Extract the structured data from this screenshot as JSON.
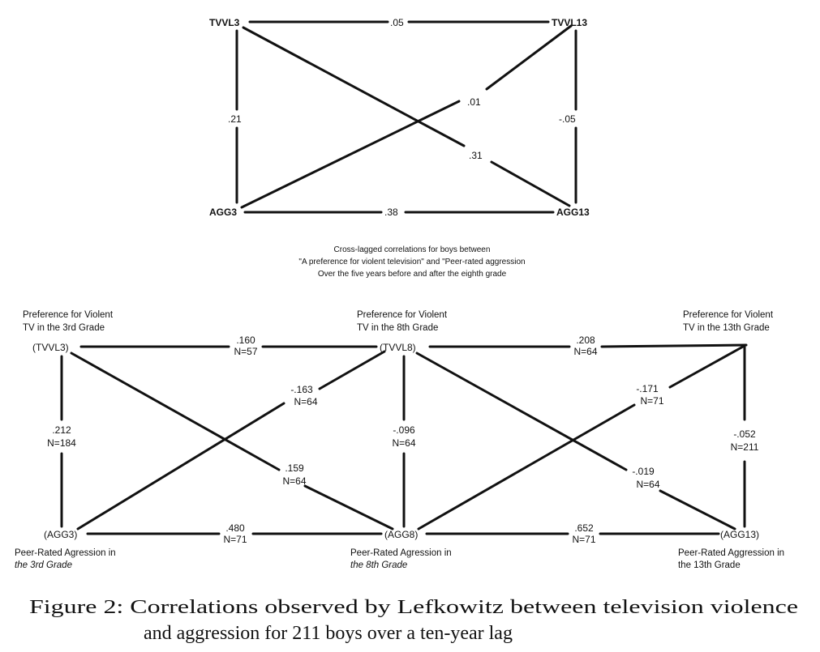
{
  "top_diagram": {
    "nodes": {
      "tv_early": "TVVL3",
      "tv_late": "TVVL13",
      "agg_early": "AGG3",
      "agg_late": "AGG13"
    },
    "edges": {
      "tv_tv": ".05",
      "tv_early_to_agg_late": ".31",
      "agg_early_to_tv_late": ".01",
      "tv_early_agg_early": ".21",
      "tv_late_agg_late": "-.05",
      "agg_agg": ".38"
    },
    "caption": [
      "Cross-lagged correlations for boys between",
      "\"A preference for violent television\" and \"Peer-rated aggression",
      "Over the five years before and after the eighth grade"
    ]
  },
  "bottom_diagram": {
    "tv_nodes": [
      {
        "code": "(TVVL3)",
        "desc": [
          "Preference for Violent",
          "TV in the 3rd Grade"
        ]
      },
      {
        "code": "(TVVL8)",
        "desc": [
          "Preference for Violent",
          "TV in the 8th Grade"
        ]
      },
      {
        "code": "",
        "desc": [
          "Preference for Violent",
          "TV in the 13th Grade"
        ]
      }
    ],
    "agg_nodes": [
      {
        "code": "(AGG3)",
        "desc": [
          "Peer-Rated Agression in",
          "the 3rd Grade"
        ]
      },
      {
        "code": "(AGG8)",
        "desc": [
          "Peer-Rated Agression in",
          "the 8th Grade"
        ]
      },
      {
        "code": "(AGG13)",
        "desc": [
          "Peer-Rated Aggression in",
          "the 13th Grade"
        ]
      }
    ],
    "edges": {
      "tv3_tv8": {
        "r": ".160",
        "n": "N=57"
      },
      "tv8_tv13": {
        "r": ".208",
        "n": "N=64"
      },
      "tv3_agg3": {
        "r": ".212",
        "n": "N=184"
      },
      "tv8_agg8": {
        "r": "-.096",
        "n": "N=64"
      },
      "tv13_agg13": {
        "r": "-.052",
        "n": "N=211"
      },
      "agg3_tv8": {
        "r": "-.163",
        "n": "N=64"
      },
      "tv3_agg8": {
        "r": ".159",
        "n": "N=64"
      },
      "agg8_tv13": {
        "r": "-.171",
        "n": "N=71"
      },
      "tv8_agg13": {
        "r": "-.019",
        "n": "N=64"
      },
      "agg3_agg8": {
        "r": ".480",
        "n": "N=71"
      },
      "agg8_agg13": {
        "r": ".652",
        "n": "N=71"
      }
    }
  },
  "figure_caption": {
    "line1": "Figure 2:  Correlations observed by Lefkowitz between television violence",
    "line2": "and aggression for 211 boys over a ten-year lag"
  }
}
